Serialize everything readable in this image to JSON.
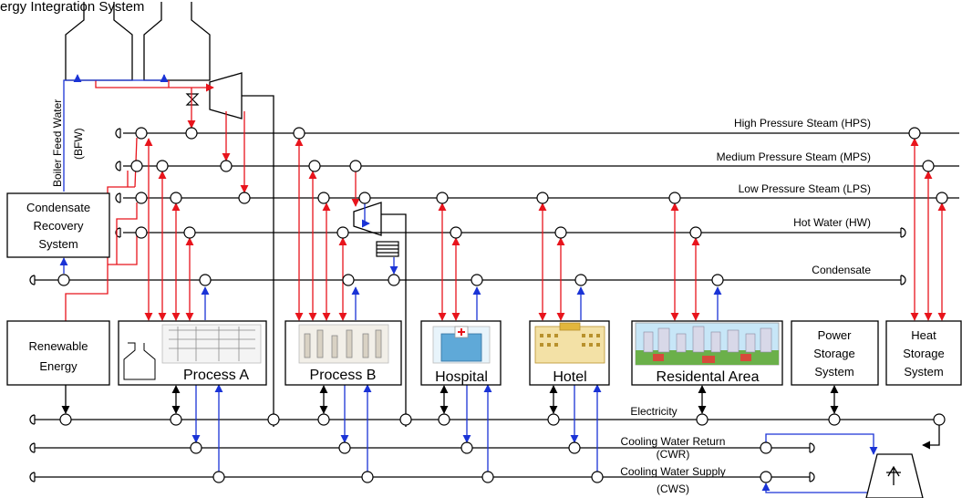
{
  "header": {
    "title_fragment": "ergy Integration System"
  },
  "lines": {
    "hps": "High Pressure Steam (HPS)",
    "mps": "Medium Pressure Steam (MPS)",
    "lps": "Low Pressure Steam (LPS)",
    "hw": "Hot Water (HW)",
    "condensate": "Condensate",
    "electricity": "Electricity",
    "cwr_1": "Cooling Water Return",
    "cwr_2": "(CWR)",
    "cws_1": "Cooling Water Supply",
    "cws_2": "(CWS)"
  },
  "bfw": {
    "line1": "Boiler Feed Water",
    "line2": "(BFW)"
  },
  "boxes": {
    "condensate_recovery": [
      "Condensate",
      "Recovery",
      "System"
    ],
    "renewable": [
      "Renewable",
      "Energy"
    ],
    "process_a": "Process A",
    "process_b": "Process B",
    "hospital": "Hospital",
    "hotel": "Hotel",
    "residential": "Residental Area",
    "power_storage": [
      "Power",
      "Storage",
      "System"
    ],
    "heat_storage": [
      "Heat",
      "Storage",
      "System"
    ]
  },
  "colors": {
    "steam": "#e8141c",
    "water": "#1a33d6",
    "line": "#000000"
  }
}
